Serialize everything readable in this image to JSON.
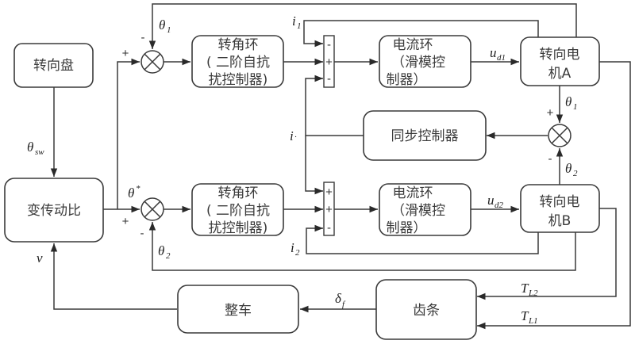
{
  "title": "双电机转向同步控制系统框图",
  "blocks": {
    "steering_wheel": "转向盘",
    "variable_ratio": "变传动比",
    "angle_loop_top": [
      "转角环",
      "( 二阶自抗",
      "扰控制器)"
    ],
    "angle_loop_bottom": [
      "转角环",
      "( 二阶自抗",
      "扰控制器)"
    ],
    "current_loop_top": [
      "电流环",
      "（滑模控",
      "制器）"
    ],
    "current_loop_bottom": [
      "电流环",
      "（滑模控",
      "制器）"
    ],
    "motor_a": [
      "转向电",
      "机A"
    ],
    "motor_b": [
      "转向电",
      "机B"
    ],
    "sync_controller": "同步控制器",
    "rack": "齿条",
    "vehicle": "整车"
  },
  "signals": {
    "theta_sw": {
      "base": "θ",
      "sub": "sw"
    },
    "theta_star": {
      "base": "θ",
      "sup": "*"
    },
    "theta1_top": {
      "base": "θ",
      "sub": "1"
    },
    "theta1_right": {
      "base": "θ",
      "sub": "1"
    },
    "theta2_bottom": {
      "base": "θ",
      "sub": "2"
    },
    "theta2_right": {
      "base": "θ",
      "sub": "2"
    },
    "i1": {
      "base": "i",
      "sub": "1"
    },
    "i2": {
      "base": "i",
      "sub": "2"
    },
    "i_sync": {
      "base": "i",
      "sub": "·"
    },
    "ud1": {
      "base": "u",
      "sub": "d1"
    },
    "ud2": {
      "base": "u",
      "sub": "d2"
    },
    "TL1": {
      "base": "T",
      "sub": "L1"
    },
    "TL2": {
      "base": "T",
      "sub": "L2"
    },
    "delta_f": {
      "base": "δ",
      "sub": "f"
    },
    "v": {
      "base": "v"
    }
  },
  "signs": {
    "sum_top_plus": "+",
    "sum_top_minus": "-",
    "sum_bottom_plus": "+",
    "sum_bottom_minus": "-",
    "sum_right_plus": "+",
    "sum_right_minus": "-",
    "bar_top": [
      "-",
      "+",
      "-"
    ],
    "bar_bottom": [
      "+",
      "+",
      "-"
    ]
  }
}
